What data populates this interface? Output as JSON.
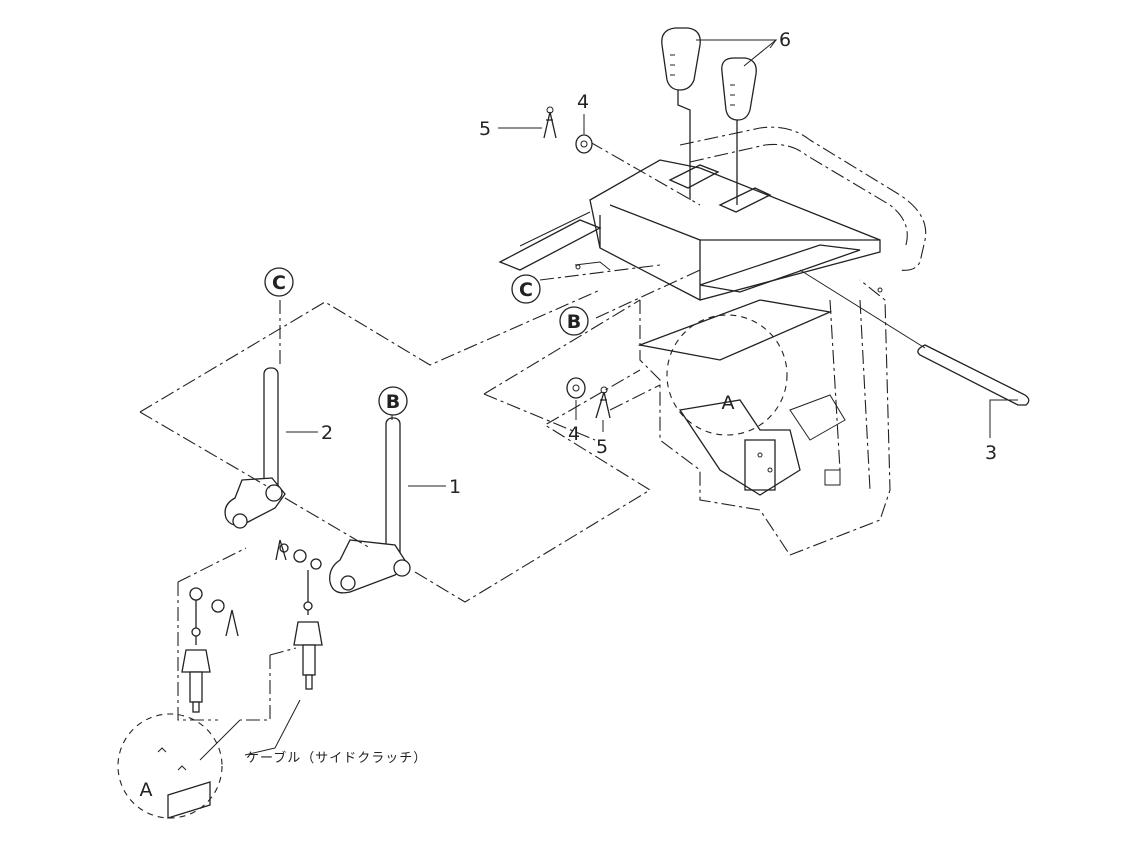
{
  "labels": {
    "part_1": "1",
    "part_2": "2",
    "part_3": "3",
    "part_4_upper": "4",
    "part_4_lower": "4",
    "part_5_upper": "5",
    "part_5_lower": "5",
    "part_6": "6",
    "callout_c_top": "C",
    "callout_b_top": "B",
    "callout_c_frame": "C",
    "callout_b_frame": "B",
    "detail_a_frame": "A",
    "detail_a_bottom": "A",
    "cable_note": "ケーブル（サイドクラッチ）"
  }
}
